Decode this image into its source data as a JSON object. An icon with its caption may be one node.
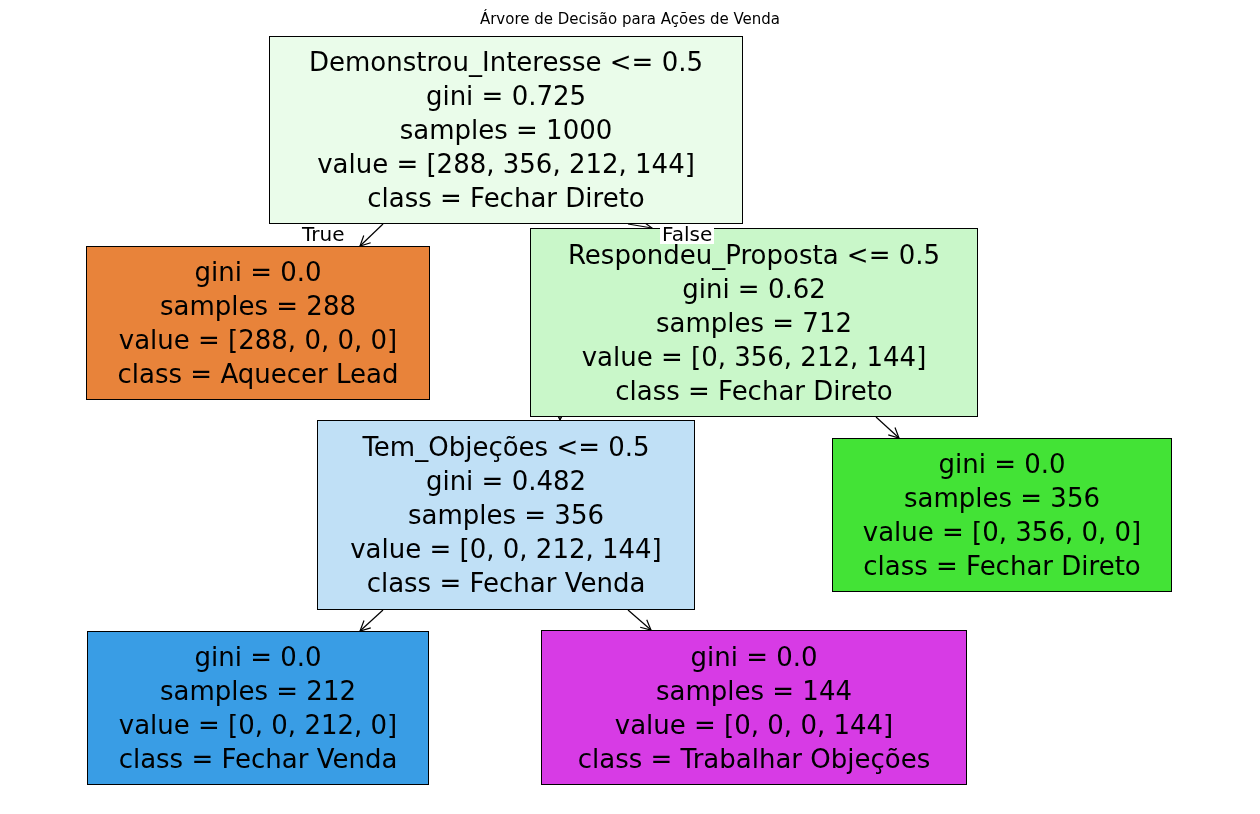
{
  "diagram": {
    "title": "Árvore de Decisão para Ações de Venda",
    "nodes": [
      {
        "text": [
          "Demonstrou_Interesse <= 0.5",
          "gini = 0.725",
          "samples = 1000",
          "value = [288, 356, 212, 144]",
          "class = Fechar Direto"
        ]
      },
      {
        "text": [
          "gini = 0.0",
          "samples = 288",
          "value = [288, 0, 0, 0]",
          "class = Aquecer Lead"
        ]
      },
      {
        "text": [
          "Respondeu_Proposta <= 0.5",
          "gini = 0.62",
          "samples = 712",
          "value = [0, 356, 212, 144]",
          "class = Fechar Direto"
        ]
      },
      {
        "text": [
          "Tem_Objeções <= 0.5",
          "gini = 0.482",
          "samples = 356",
          "value = [0, 0, 212, 144]",
          "class = Fechar Venda"
        ]
      },
      {
        "text": [
          "gini = 0.0",
          "samples = 356",
          "value = [0, 356, 0, 0]",
          "class = Fechar Direto"
        ]
      },
      {
        "text": [
          "gini = 0.0",
          "samples = 212",
          "value = [0, 0, 212, 0]",
          "class = Fechar Venda"
        ]
      },
      {
        "text": [
          "gini = 0.0",
          "samples = 144",
          "value = [0, 0, 0, 144]",
          "class = Trabalhar Objeções"
        ]
      }
    ],
    "edges": [
      {
        "from": 0,
        "to": 1,
        "arrow": "to",
        "label": "True"
      },
      {
        "from": 0,
        "to": 2,
        "arrow": "to",
        "label": "False"
      },
      {
        "from": 2,
        "to": 3,
        "arrow": "to"
      },
      {
        "from": 2,
        "to": 4,
        "arrow": "to"
      },
      {
        "from": 3,
        "to": 5,
        "arrow": "to"
      },
      {
        "from": 3,
        "to": 6,
        "arrow": "to"
      }
    ]
  }
}
